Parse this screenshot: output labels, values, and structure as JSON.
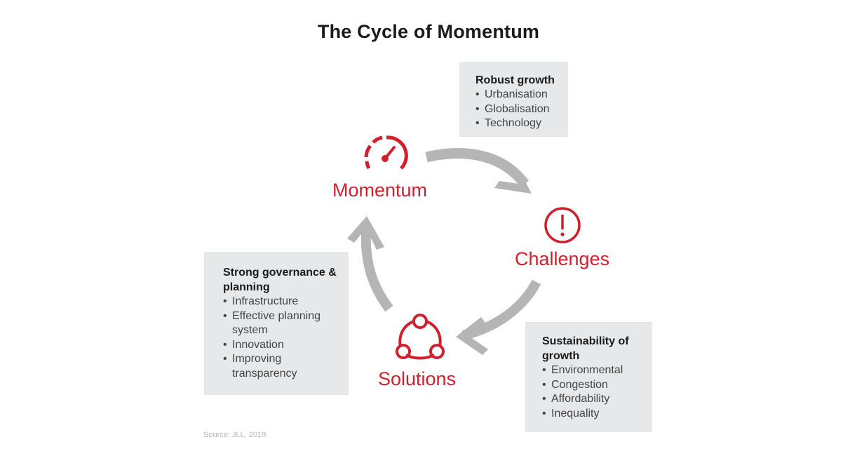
{
  "title": "The Cycle of Momentum",
  "nodes": {
    "momentum": {
      "label": "Momentum",
      "icon": "speedometer-icon"
    },
    "challenges": {
      "label": "Challenges",
      "icon": "exclamation-circle-icon"
    },
    "solutions": {
      "label": "Solutions",
      "icon": "network-triangle-icon"
    }
  },
  "boxes": {
    "robust_growth": {
      "heading": "Robust growth",
      "items": [
        "Urbanisation",
        "Globalisation",
        "Technology"
      ]
    },
    "sustainability": {
      "heading_line1": "Sustainability of",
      "heading_line2": "growth",
      "items": [
        "Environmental",
        "Congestion",
        "Affordability",
        "Inequality"
      ]
    },
    "governance": {
      "heading_line1": "Strong governance &",
      "heading_line2": "planning",
      "items": [
        "Infrastructure",
        "Effective planning",
        "system",
        "Innovation",
        "Improving",
        "transparency"
      ]
    }
  },
  "colors": {
    "accent_red": "#d0202e",
    "arrow_gray": "#b5b5b5",
    "box_bg": "#e6e8ea",
    "source_text": "#b8b8b8"
  },
  "source": "Source: JLL, 2019"
}
